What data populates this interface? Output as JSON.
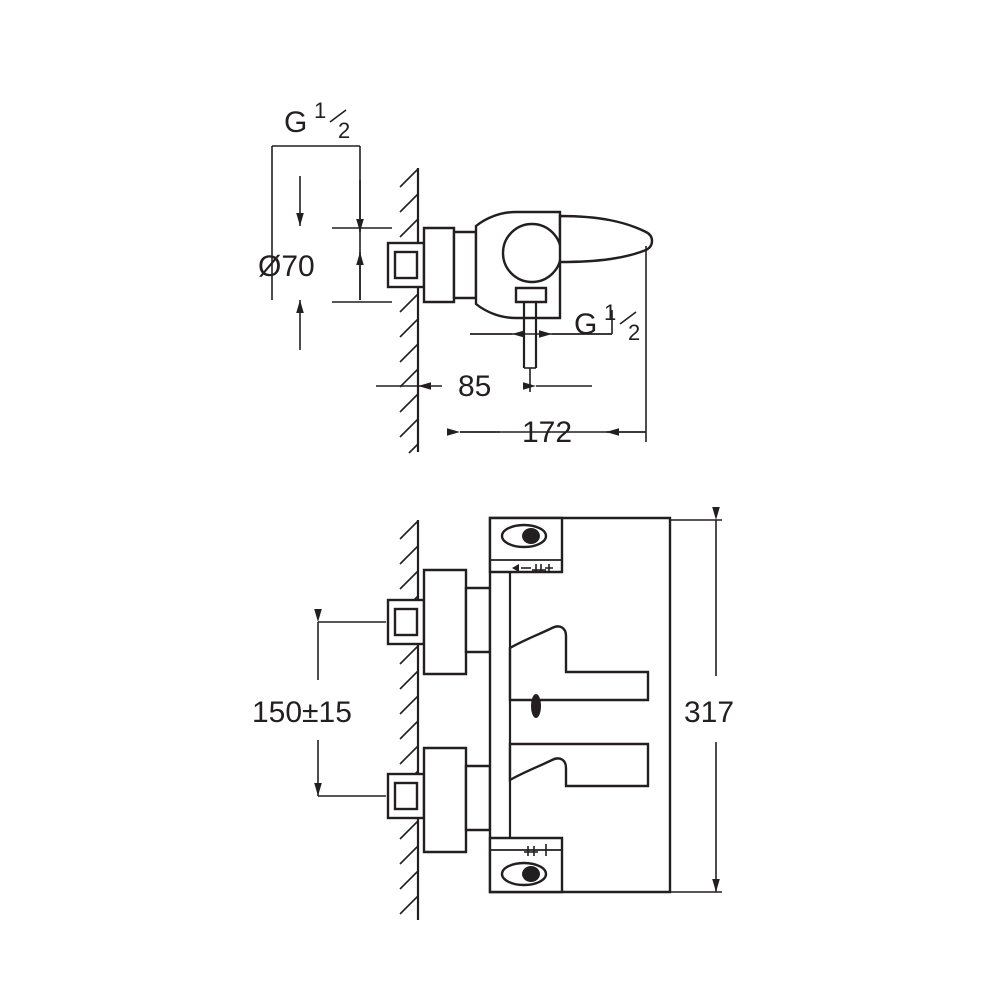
{
  "document": {
    "type": "technical-drawing",
    "subject": "Wall-mounted thermostatic bath/shower mixer",
    "views": [
      {
        "id": "top-view",
        "label": ""
      },
      {
        "id": "front-view",
        "label": ""
      }
    ]
  },
  "dimensions": {
    "top_view": [
      {
        "name": "inlet-thread-top",
        "text_main": "G",
        "text_num": "1",
        "text_den": "2"
      },
      {
        "name": "escutcheon-diameter",
        "text": "Ø70"
      },
      {
        "name": "outlet-thread",
        "text_main": "G",
        "text_num": "1",
        "text_den": "2"
      },
      {
        "name": "spout-projection-85",
        "text": "85"
      },
      {
        "name": "overall-projection-172",
        "text": "172"
      }
    ],
    "front_view": [
      {
        "name": "inlet-centres-150",
        "text": "150±15"
      },
      {
        "name": "overall-height-317",
        "text": "317"
      }
    ]
  },
  "colors": {
    "line": "#231f20",
    "background": "#ffffff",
    "fill": "#ffffff"
  }
}
